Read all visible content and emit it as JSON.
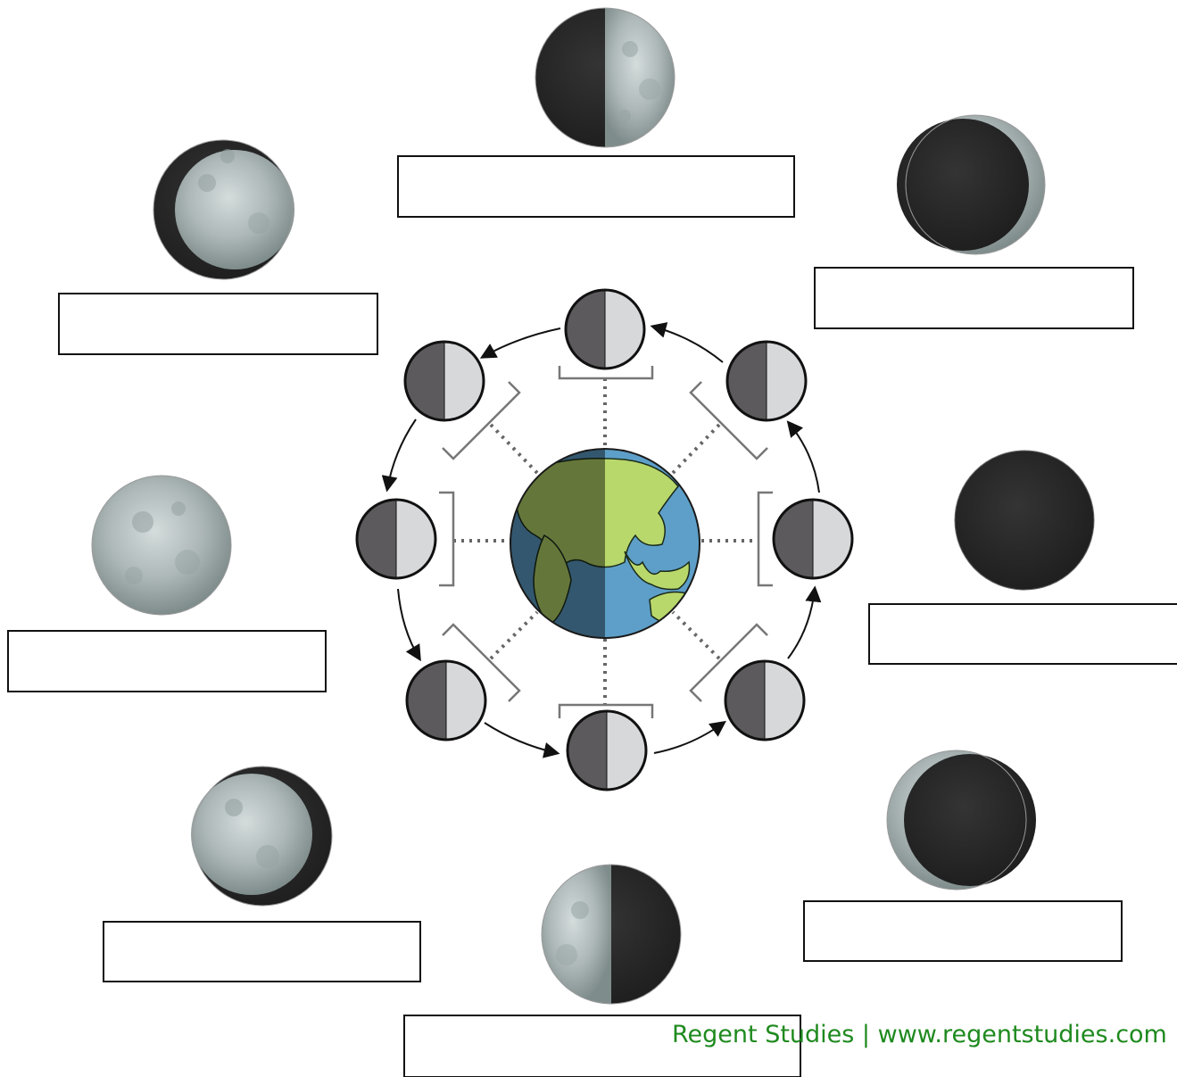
{
  "worksheet": {
    "credit": "Regent Studies | www.regentstudies.com",
    "colors": {
      "moon_dark": "#2a2a2a",
      "moon_lit": "#b8c2c2",
      "diagram_dark": "#5c5a5c",
      "diagram_lit": "#d6d8da",
      "earth_ocean": "#5d9fc8",
      "earth_land": "#b9d86b",
      "credit_text": "#1f8a1f"
    },
    "moon_photos": [
      {
        "phase": "first-quarter",
        "lit_fraction": 0.5,
        "lit_side": "right",
        "label_box": "empty"
      },
      {
        "phase": "waxing-crescent",
        "lit_fraction": 0.1,
        "lit_side": "right",
        "label_box": "empty"
      },
      {
        "phase": "new-moon",
        "lit_fraction": 0.0,
        "lit_side": "none",
        "label_box": "empty"
      },
      {
        "phase": "waning-crescent",
        "lit_fraction": 0.1,
        "lit_side": "left",
        "label_box": "empty"
      },
      {
        "phase": "third-quarter",
        "lit_fraction": 0.5,
        "lit_side": "left",
        "label_box": "empty"
      },
      {
        "phase": "waning-gibbous",
        "lit_fraction": 0.85,
        "lit_side": "left",
        "label_box": "empty"
      },
      {
        "phase": "full-moon",
        "lit_fraction": 1.0,
        "lit_side": "full",
        "label_box": "empty"
      },
      {
        "phase": "waxing-gibbous",
        "lit_fraction": 0.85,
        "lit_side": "right",
        "label_box": "empty"
      }
    ],
    "orbit_positions": 8,
    "orbit_direction": "counter-clockwise",
    "sun_side": "right"
  }
}
